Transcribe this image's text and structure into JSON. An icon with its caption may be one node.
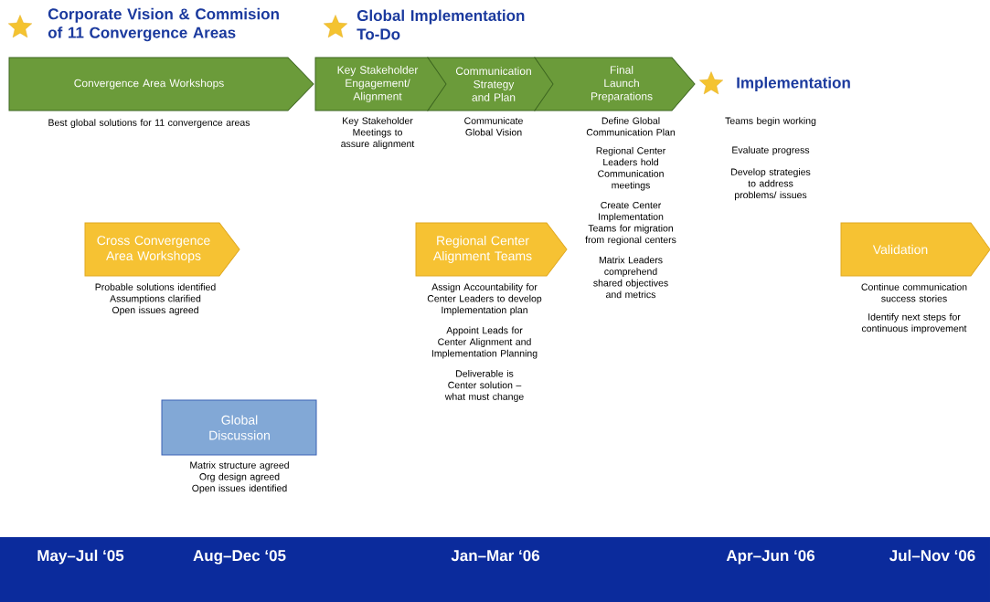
{
  "diagram": {
    "nodes": [
      {
        "text": [
          "Convergence Area Workshops"
        ],
        "beside": [
          "Best global solutions for 11 convergence areas"
        ]
      },
      {
        "text": [
          "Key Stakeholder Engagement/ Alignment"
        ],
        "beside": [
          "Key Stakeholder Meetings to assure alignment"
        ]
      },
      {
        "text": [
          "Communication Strategy and Plan"
        ],
        "beside": [
          "Communicate Global Vision"
        ]
      },
      {
        "text": [
          "Final Launch Preparations"
        ],
        "beside": [
          "Define Global Communication Plan",
          "Regional Center Leaders hold Communication meetings",
          "Create Center Implementation Teams for migration from regional centers",
          "Matrix Leaders comprehend shared objectives and metrics"
        ]
      },
      {
        "text": [
          "Cross Convergence Area Workshops"
        ],
        "beside": [
          "Probable solutions identified Assumptions clarified Open issues agreed"
        ]
      },
      {
        "text": [
          "Regional Center Alignment Teams"
        ],
        "beside": [
          "Assign Accountability for Center Leaders to develop Implementation plan",
          "Appoint Leads for Center Alignment and Implementation Planning",
          "Deliverable is Center solution – what must change"
        ]
      },
      {
        "text": [
          "Validation"
        ],
        "beside": [
          "Continue communication success stories",
          "Identify next steps for continuous improvement"
        ]
      },
      {
        "text": [
          "Global Discussion"
        ],
        "beside": [
          "Matrix structure agreed Org design agreed Open issues identified"
        ]
      },
      {
        "text": [
          "May–Jul ‘05",
          "Aug–Dec ‘05",
          "Jan–Mar ‘06",
          "Apr–Jun ‘06",
          "Jul–Nov ‘06"
        ]
      }
    ],
    "edges": [],
    "labels": [
      "Corporate Vision & Commision of 11 Convergence Areas",
      "Global Implementation To-Do",
      "Implementation",
      "Teams begin working",
      "Evaluate progress",
      "Develop strategies to address problems/ issues"
    ]
  }
}
